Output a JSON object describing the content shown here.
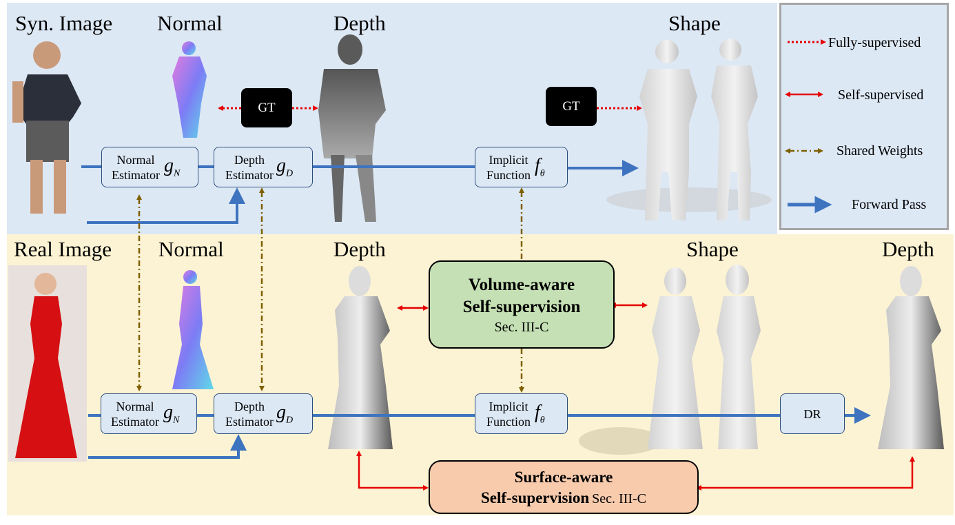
{
  "top_labels": {
    "syn_image": "Syn. Image",
    "normal": "Normal",
    "depth": "Depth",
    "shape": "Shape"
  },
  "bottom_labels": {
    "real_image": "Real Image",
    "normal": "Normal",
    "depth": "Depth",
    "shape": "Shape",
    "depth_out": "Depth"
  },
  "modules": {
    "normal_estimator": {
      "line1": "Normal",
      "line2": "Estimator",
      "symbol": "g",
      "sub": "N"
    },
    "depth_estimator": {
      "line1": "Depth",
      "line2": "Estimator",
      "symbol": "g",
      "sub": "D"
    },
    "implicit_function": {
      "line1": "Implicit",
      "line2": "Function",
      "symbol": "f",
      "sub": "θ"
    },
    "dr": "DR",
    "gt": "GT"
  },
  "volume_box": {
    "title1": "Volume-aware",
    "title2": "Self-supervision",
    "sub": "Sec. III-C"
  },
  "surface_box": {
    "title1": "Surface-aware",
    "title2": "Self-supervision",
    "sub": "Sec. III-C"
  },
  "legend": {
    "fully": "Fully-supervised",
    "self": "Self-supervised",
    "shared": "Shared Weights",
    "forward": "Forward Pass"
  },
  "colors": {
    "forward": "#3e74bf",
    "supervised": "#e60000",
    "shared": "#7f6000",
    "volume_fill": "#c5e0b4",
    "surface_fill": "#f8cbad"
  }
}
